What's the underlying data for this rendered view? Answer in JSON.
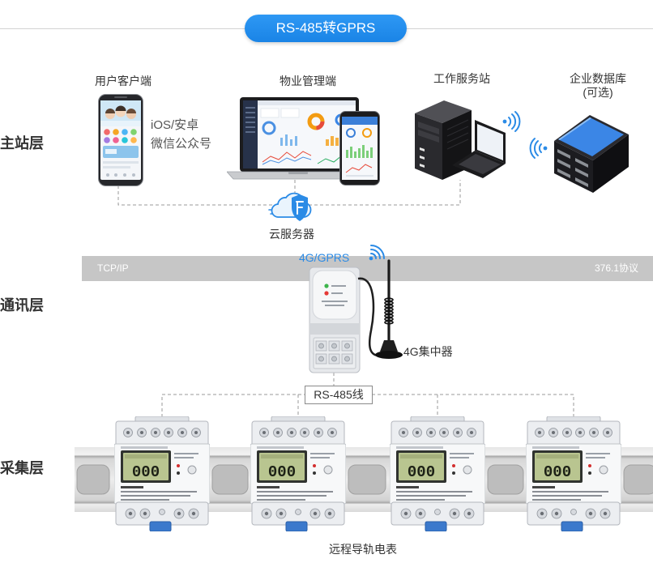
{
  "header": {
    "title": "RS-485转GPRS"
  },
  "layers": {
    "master": "主站层",
    "comm": "通讯层",
    "collect": "采集层"
  },
  "master": {
    "user_client": "用户客户端",
    "app_platforms": [
      "iOS/安卓",
      "微信公众号"
    ],
    "property_mgmt": "物业管理端",
    "work_station": "工作服务站",
    "enterprise_db": "企业数据库",
    "enterprise_db_note": "(可选)",
    "cloud_server": "云服务器"
  },
  "comm": {
    "network_protocol": "TCP/IP",
    "meter_protocol": "376.1协议",
    "wireless": "4G/GPRS",
    "concentrator": "4G集中器"
  },
  "collect": {
    "bus": "RS-485线",
    "meter_display": "000",
    "meter_count": 4,
    "meters_label": "远程导轨电表"
  },
  "colors": {
    "accent": "#2b8be6",
    "band": "#c6c6c6",
    "database_top": "#3b86e6",
    "meter_clip": "#3b79cc"
  },
  "icons": [
    "phone-icon",
    "laptop-icon",
    "tablet-icon",
    "server-icon",
    "database-icon",
    "cloud-shield-icon",
    "wifi-signal-icon",
    "antenna-icon"
  ]
}
